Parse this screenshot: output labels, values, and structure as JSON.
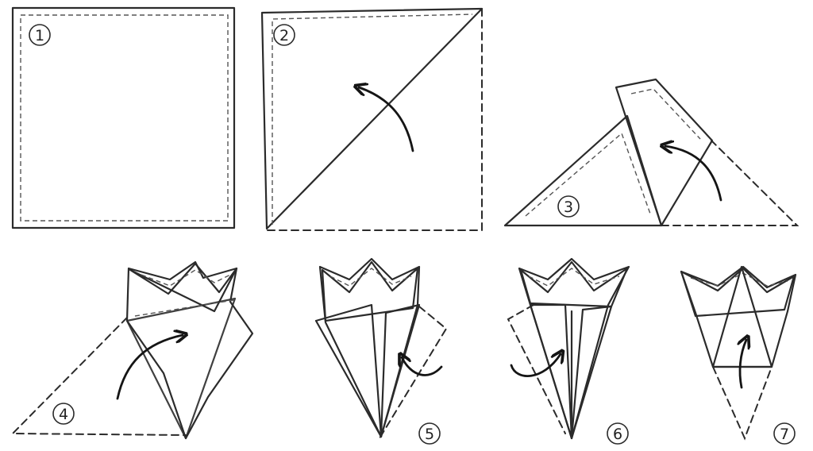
{
  "steps": [
    {
      "number": "1"
    },
    {
      "number": "2"
    },
    {
      "number": "3"
    },
    {
      "number": "4"
    },
    {
      "number": "5"
    },
    {
      "number": "6"
    },
    {
      "number": "7"
    }
  ],
  "colors": {
    "paper_light": "#f4f4f4",
    "paper_mid": "#d9d9d9",
    "paper_dark": "#9c9c9c",
    "ink": "#2b2b2b"
  },
  "icons": [
    "curved-fold-arrow-icon",
    "step-number-badge"
  ]
}
